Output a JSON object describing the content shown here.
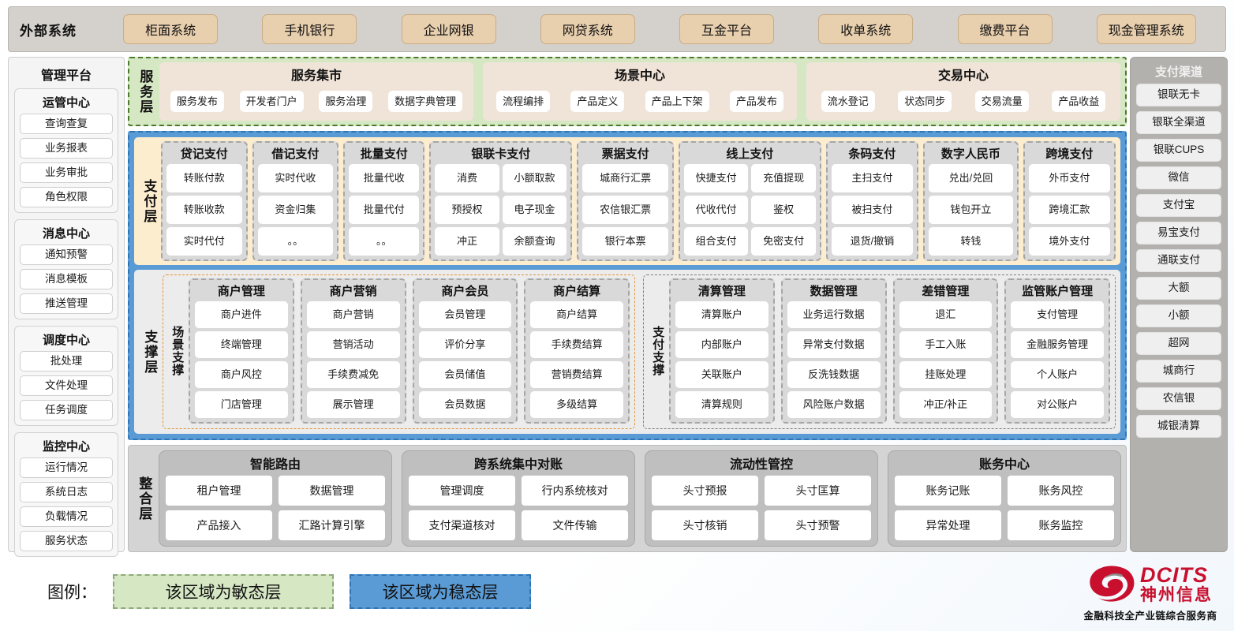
{
  "external": {
    "title": "外部系统",
    "systems": [
      "柜面系统",
      "手机银行",
      "企业网银",
      "网贷系统",
      "互金平台",
      "收单系统",
      "缴费平台",
      "现金管理系统"
    ]
  },
  "management": {
    "title": "管理平台",
    "groups": [
      {
        "title": "运管中心",
        "items": [
          "查询查复",
          "业务报表",
          "业务审批",
          "角色权限"
        ]
      },
      {
        "title": "消息中心",
        "items": [
          "通知预警",
          "消息模板",
          "推送管理"
        ]
      },
      {
        "title": "调度中心",
        "items": [
          "批处理",
          "文件处理",
          "任务调度"
        ]
      },
      {
        "title": "监控中心",
        "items": [
          "运行情况",
          "系统日志",
          "负载情况",
          "服务状态"
        ]
      }
    ]
  },
  "channels": {
    "title": "支付渠道",
    "items": [
      "银联无卡",
      "银联全渠道",
      "银联CUPS",
      "微信",
      "支付宝",
      "易宝支付",
      "通联支付",
      "大额",
      "小额",
      "超网",
      "城商行",
      "农信银",
      "城银清算"
    ]
  },
  "service_layer": {
    "label": "服务层",
    "groups": [
      {
        "title": "服务集市",
        "items": [
          "服务发布",
          "开发者门户",
          "服务治理",
          "数据字典管理"
        ]
      },
      {
        "title": "场景中心",
        "items": [
          "流程编排",
          "产品定义",
          "产品上下架",
          "产品发布"
        ]
      },
      {
        "title": "交易中心",
        "items": [
          "流水登记",
          "状态同步",
          "交易流量",
          "产品收益"
        ]
      }
    ]
  },
  "pay_layer": {
    "label": "支付层",
    "groups": [
      {
        "title": "贷记支付",
        "cols": 1,
        "items": [
          "转账付款",
          "转账收款",
          "实时代付"
        ]
      },
      {
        "title": "借记支付",
        "cols": 1,
        "items": [
          "实时代收",
          "资金归集",
          "。。"
        ]
      },
      {
        "title": "批量支付",
        "cols": 1,
        "items": [
          "批量代收",
          "批量代付",
          "。。"
        ]
      },
      {
        "title": "银联卡支付",
        "cols": 2,
        "items": [
          "消费",
          "小额取款",
          "预授权",
          "电子现金",
          "冲正",
          "余额查询"
        ]
      },
      {
        "title": "票据支付",
        "cols": 1,
        "items": [
          "城商行汇票",
          "农信银汇票",
          "银行本票"
        ]
      },
      {
        "title": "线上支付",
        "cols": 2,
        "items": [
          "快捷支付",
          "充值提现",
          "代收代付",
          "鉴权",
          "组合支付",
          "免密支付"
        ]
      },
      {
        "title": "条码支付",
        "cols": 1,
        "items": [
          "主扫支付",
          "被扫支付",
          "退货/撤销"
        ]
      },
      {
        "title": "数字人民币",
        "cols": 1,
        "items": [
          "兑出/兑回",
          "钱包开立",
          "转钱"
        ]
      },
      {
        "title": "跨境支付",
        "cols": 1,
        "items": [
          "外币支付",
          "跨境汇款",
          "境外支付"
        ]
      }
    ]
  },
  "support_layer": {
    "label": "支撑层",
    "scene": {
      "label": "场景支撑",
      "groups": [
        {
          "title": "商户管理",
          "items": [
            "商户进件",
            "终端管理",
            "商户风控",
            "门店管理"
          ]
        },
        {
          "title": "商户营销",
          "items": [
            "商户营销",
            "营销活动",
            "手续费减免",
            "展示管理"
          ]
        },
        {
          "title": "商户会员",
          "items": [
            "会员管理",
            "评价分享",
            "会员储值",
            "会员数据"
          ]
        },
        {
          "title": "商户结算",
          "items": [
            "商户结算",
            "手续费结算",
            "营销费结算",
            "多级结算"
          ]
        }
      ]
    },
    "paysupport": {
      "label": "支付支撑",
      "groups": [
        {
          "title": "清算管理",
          "items": [
            "清算账户",
            "内部账户",
            "关联账户",
            "清算规则"
          ]
        },
        {
          "title": "数据管理",
          "items": [
            "业务运行数据",
            "异常支付数据",
            "反洗钱数据",
            "风险账户数据"
          ]
        },
        {
          "title": "差错管理",
          "items": [
            "退汇",
            "手工入账",
            "挂账处理",
            "冲正/补正"
          ]
        },
        {
          "title": "监管账户管理",
          "items": [
            "支付管理",
            "金融服务管理",
            "个人账户",
            "对公账户"
          ]
        }
      ]
    }
  },
  "integration_layer": {
    "label": "整合层",
    "groups": [
      {
        "title": "智能路由",
        "items": [
          "租户管理",
          "数据管理",
          "产品接入",
          "汇路计算引擎"
        ]
      },
      {
        "title": "跨系统集中对账",
        "items": [
          "管理调度",
          "行内系统核对",
          "支付渠道核对",
          "文件传输"
        ]
      },
      {
        "title": "流动性管控",
        "items": [
          "头寸预报",
          "头寸匡算",
          "头寸核销",
          "头寸预警"
        ]
      },
      {
        "title": "账务中心",
        "items": [
          "账务记账",
          "账务风控",
          "异常处理",
          "账务监控"
        ]
      }
    ]
  },
  "legend": {
    "label": "图例：",
    "agile": "该区域为敏态层",
    "stable": "该区域为稳态层",
    "colors": {
      "agile": "#d6e7c4",
      "stable": "#5b9bd5",
      "external": "#e8cfae",
      "pay": "#fdedcf",
      "brand_red": "#c8102e"
    }
  },
  "logo": {
    "name": "DCITS",
    "cn": "神州信息",
    "tagline": "金融科技全产业链综合服务商"
  }
}
